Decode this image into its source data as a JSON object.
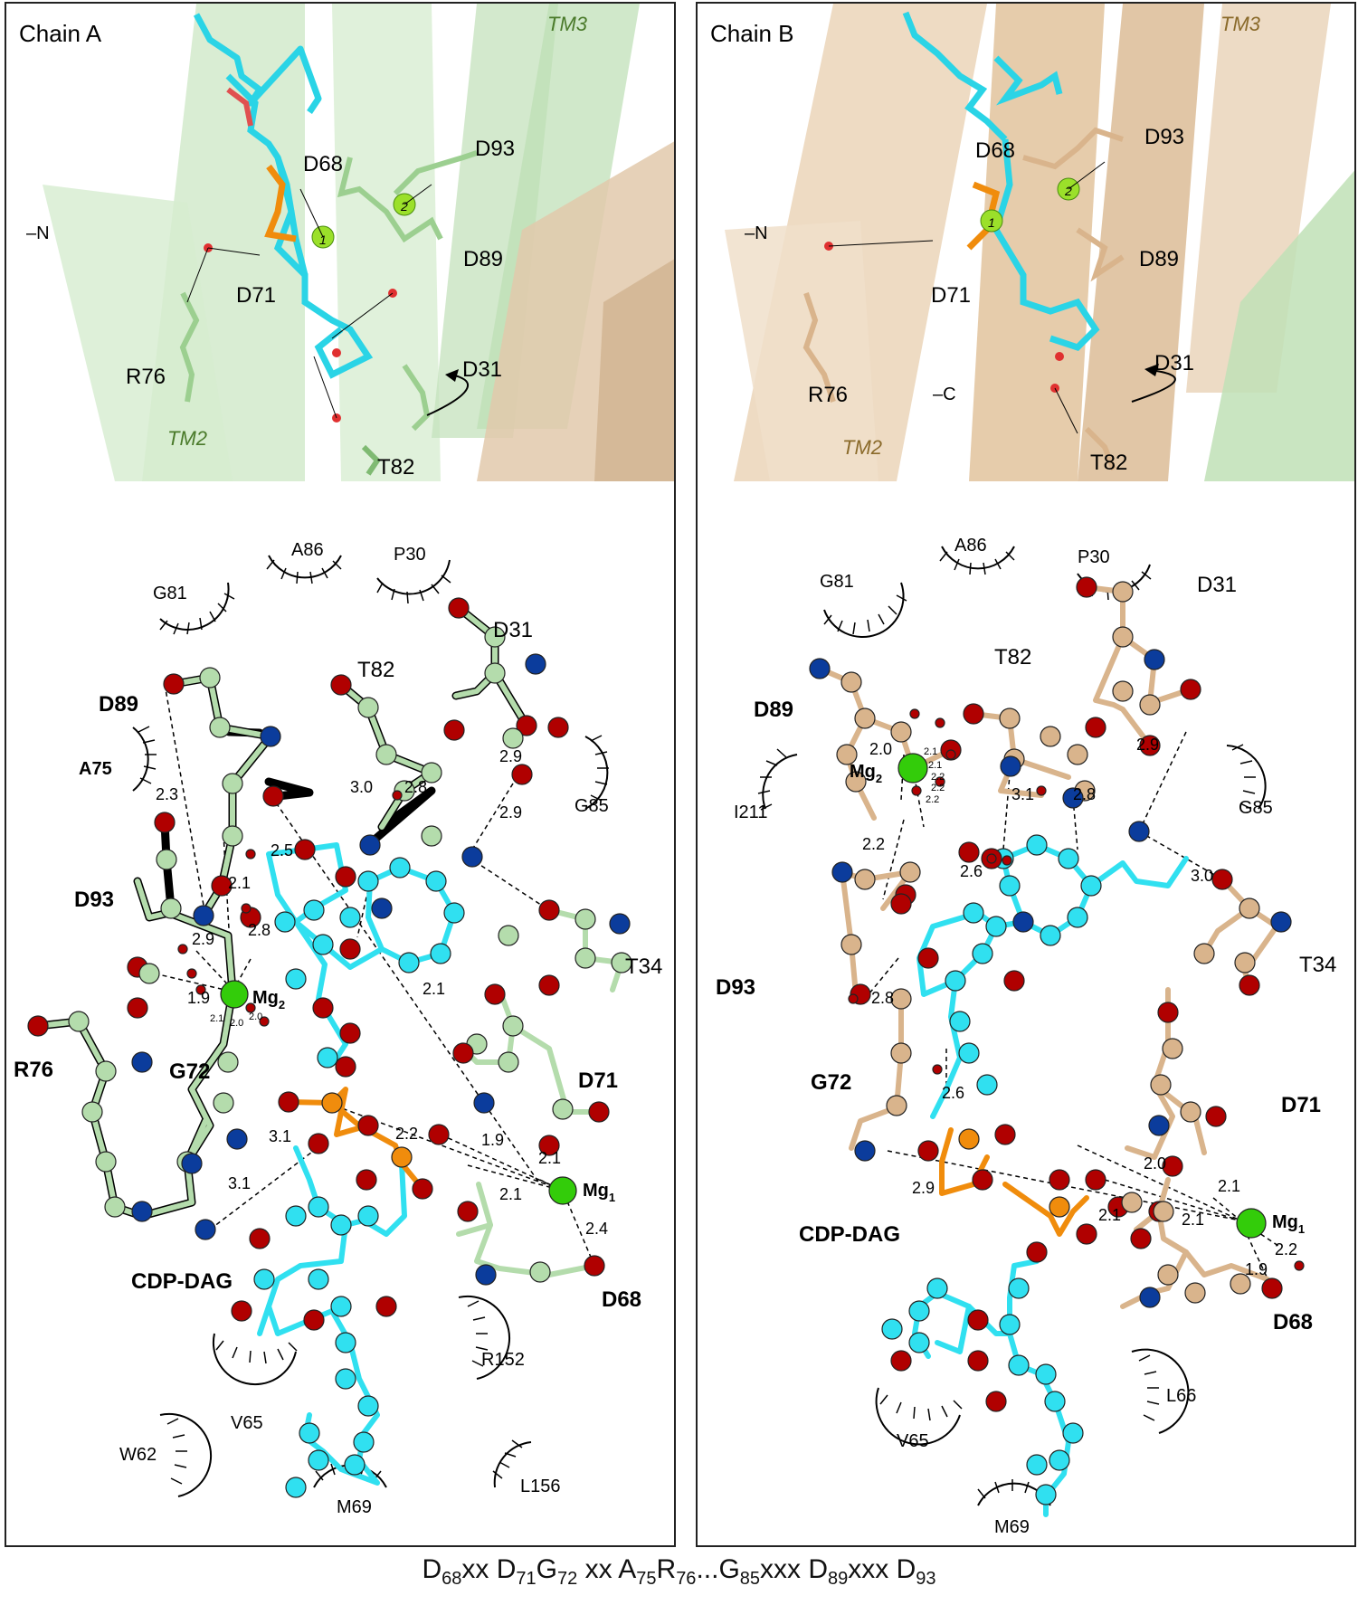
{
  "panels": [
    {
      "title": "Chain A",
      "cartoon_labels": {
        "tm3": "TM3",
        "tm2": "TM2",
        "n_term": "–N",
        "D68": "D68",
        "D93": "D93",
        "D89": "D89",
        "D71": "D71",
        "R76": "R76",
        "D31": "D31",
        "T82": "T82",
        "mg1": "1",
        "mg2": "2"
      },
      "residues": {
        "G81": "G81",
        "A86": "A86",
        "P30": "P30",
        "D31": "D31",
        "T82": "T82",
        "D89": "D89",
        "A75": "A75",
        "G85": "G85",
        "D93": "D93",
        "T34": "T34",
        "R76": "R76",
        "G72": "G72",
        "D71": "D71",
        "CDPDAG": "CDP-DAG",
        "D68": "D68",
        "R152": "R152",
        "V65": "V65",
        "W62": "W62",
        "M69": "M69",
        "L156": "L156"
      },
      "metals": {
        "mg1": "Mg",
        "mg1_sub": "1",
        "mg2": "Mg",
        "mg2_sub": "2"
      },
      "distances": {
        "d23": "2.3",
        "d30": "3.0",
        "d28a": "2.8",
        "d29a": "2.9",
        "d29b": "2.9",
        "d25": "2.5",
        "d21a": "2.1",
        "d28b": "2.8",
        "d29c": "2.9",
        "d19a": "1.9",
        "d21b": "2.1",
        "d21c": "2.1",
        "d20a": "2.0",
        "d20b": "2.0",
        "d21d": "2.1",
        "d31a": "3.1",
        "d22": "2.2",
        "d19b": "1.9",
        "d21e": "2.1",
        "d21f": "2.1",
        "d31b": "3.1",
        "d24": "2.4"
      }
    },
    {
      "title": "Chain B",
      "cartoon_labels": {
        "tm3": "TM3",
        "tm2": "TM2",
        "n_term": "–N",
        "c_term": "–C",
        "D68": "D68",
        "D93": "D93",
        "D89": "D89",
        "D71": "D71",
        "R76": "R76",
        "D31": "D31",
        "T82": "T82",
        "mg1": "1",
        "mg2": "2"
      },
      "residues": {
        "A86": "A86",
        "G81": "G81",
        "P30": "P30",
        "D31": "D31",
        "T82": "T82",
        "D89": "D89",
        "I211": "I211",
        "G85": "G85",
        "D93": "D93",
        "T34": "T34",
        "G72": "G72",
        "D71": "D71",
        "CDPDAG": "CDP-DAG",
        "D68": "D68",
        "V65": "V65",
        "L66": "L66",
        "M69": "M69"
      },
      "metals": {
        "mg1": "Mg",
        "mg1_sub": "1",
        "mg2": "Mg",
        "mg2_sub": "2"
      },
      "distances": {
        "d20a": "2.0",
        "d22a": "2.2",
        "d31": "3.1",
        "d28a": "2.8",
        "d29": "2.9",
        "d30": "3.0",
        "d26a": "2.6",
        "d28b": "2.8",
        "d26b": "2.6",
        "d29b": "2.9",
        "d20b": "2.0",
        "d21a": "2.1",
        "d21b": "2.1",
        "d21c": "2.1",
        "d19": "1.9",
        "d22b": "2.2",
        "s21a": "2.1",
        "s21b": "2.1",
        "s22a": "2.2",
        "s22b": "2.2",
        "s22c": "2.2"
      }
    }
  ],
  "motif": {
    "parts": [
      {
        "t": "D",
        "s": "68"
      },
      {
        "t": "xx D",
        "s": "71"
      },
      {
        "t": "G",
        "s": "72"
      },
      {
        "t": " xx A",
        "s": "75"
      },
      {
        "t": "R",
        "s": "76"
      },
      {
        "t": "...G",
        "s": "85"
      },
      {
        "t": "xxx D",
        "s": "89"
      },
      {
        "t": "xxx D",
        "s": "93"
      }
    ]
  },
  "colors": {
    "chainA": "#b4dcac",
    "chainB": "#d9b48c",
    "ligand": "#30e0f0",
    "oxygen": "#b00000",
    "nitrogen": "#0b3c9c",
    "phosphorus": "#f08c0c",
    "magnesium": "#33cc0a",
    "tm_green": "#c8e6c0",
    "tm_tan": "#e6cfb2"
  }
}
